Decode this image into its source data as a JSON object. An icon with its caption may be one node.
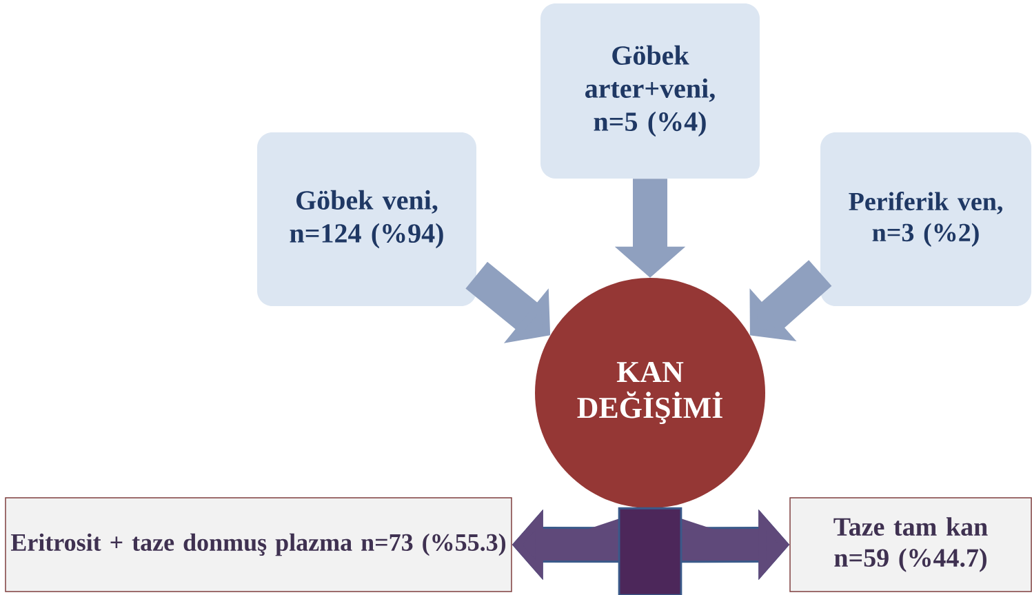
{
  "diagram": {
    "nodes": [
      {
        "text": [
          "Göbek veni, n=124 (%94)"
        ]
      },
      {
        "text": [
          "Göbek arter+veni, n=5 (%4)"
        ]
      },
      {
        "text": [
          "Periferik ven, n=3 (%2)"
        ]
      },
      {
        "text": [
          "KAN DEĞİŞİMİ"
        ]
      },
      {
        "text": [
          "Eritrosit + taze donmuş plazma n=73 (%55.3)"
        ]
      },
      {
        "text": [
          "Taze tam kan n=59 (%44.7)"
        ]
      }
    ],
    "edges": [
      {
        "from": 0,
        "to": 3,
        "arrow": "to"
      },
      {
        "from": 1,
        "to": 3,
        "arrow": "to"
      },
      {
        "from": 2,
        "to": 3,
        "arrow": "to"
      },
      {
        "from": 3,
        "to": 4,
        "arrow": "to",
        "color": "#5f497a"
      },
      {
        "from": 3,
        "to": 5,
        "arrow": "to",
        "color": "#5f497a"
      }
    ]
  }
}
